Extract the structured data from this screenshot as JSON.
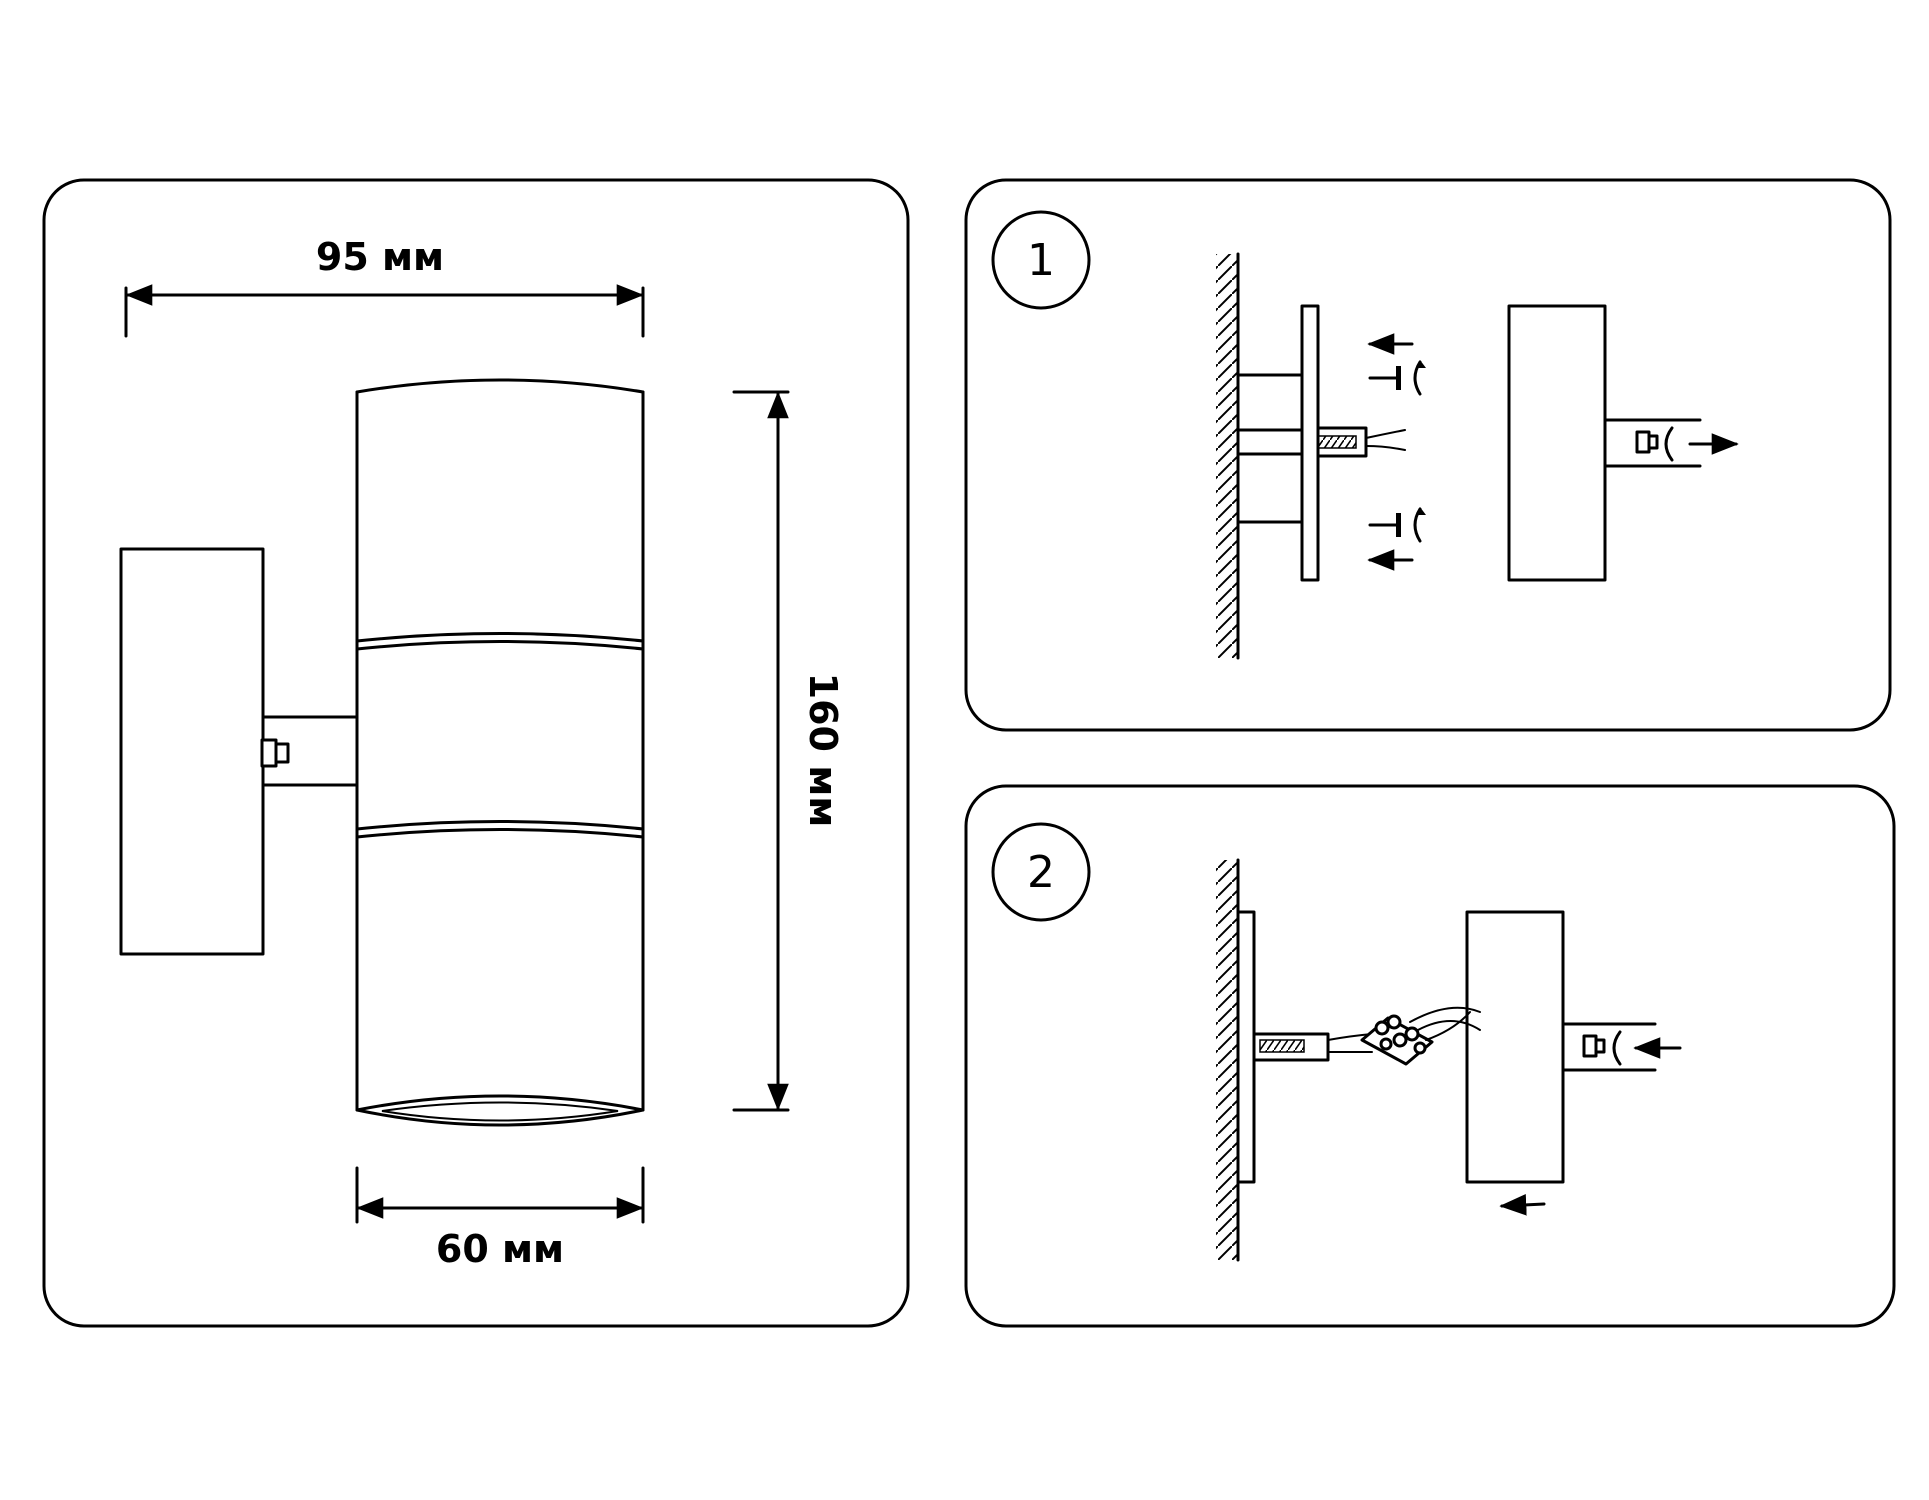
{
  "dimensions": {
    "width_label": "95 мм",
    "height_label": "160 мм",
    "diameter_label": "60 мм"
  },
  "steps": [
    {
      "number": "1"
    },
    {
      "number": "2"
    }
  ],
  "colors": {
    "line": "#000000",
    "background": "#ffffff"
  }
}
